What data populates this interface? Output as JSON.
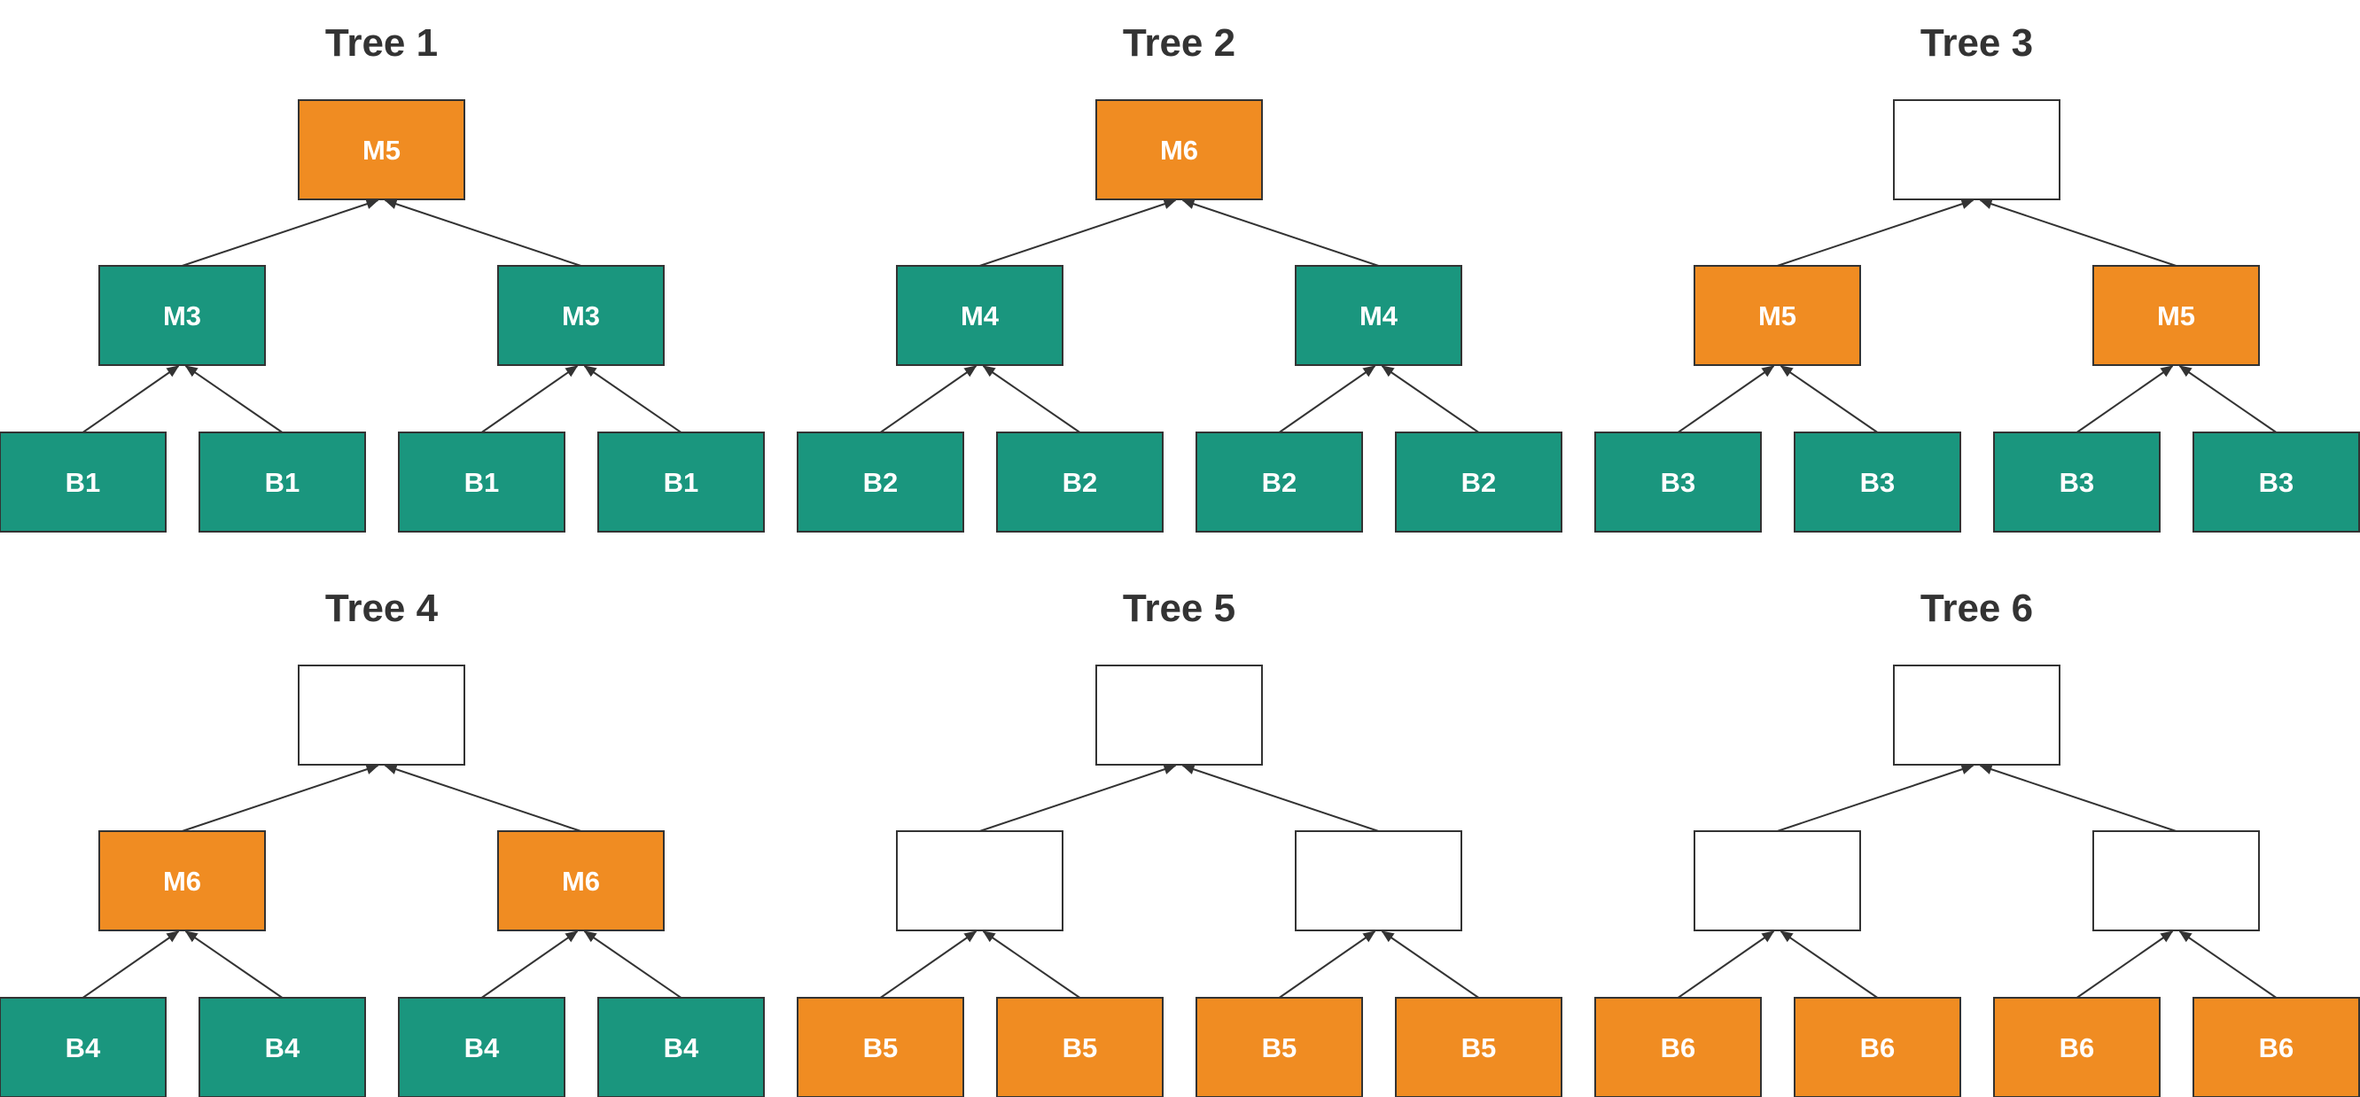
{
  "colors": {
    "orange": "#F08C22",
    "teal": "#1A967E",
    "empty": "#FFFFFF",
    "stroke": "#333333",
    "text": "#FFFFFF"
  },
  "trees": [
    {
      "title": "Tree 1",
      "root": {
        "label": "M5",
        "fill": "orange"
      },
      "middle": [
        {
          "label": "M3",
          "fill": "teal"
        },
        {
          "label": "M3",
          "fill": "teal"
        }
      ],
      "leaves": [
        {
          "label": "B1",
          "fill": "teal"
        },
        {
          "label": "B1",
          "fill": "teal"
        },
        {
          "label": "B1",
          "fill": "teal"
        },
        {
          "label": "B1",
          "fill": "teal"
        }
      ]
    },
    {
      "title": "Tree 2",
      "root": {
        "label": "M6",
        "fill": "orange"
      },
      "middle": [
        {
          "label": "M4",
          "fill": "teal"
        },
        {
          "label": "M4",
          "fill": "teal"
        }
      ],
      "leaves": [
        {
          "label": "B2",
          "fill": "teal"
        },
        {
          "label": "B2",
          "fill": "teal"
        },
        {
          "label": "B2",
          "fill": "teal"
        },
        {
          "label": "B2",
          "fill": "teal"
        }
      ]
    },
    {
      "title": "Tree 3",
      "root": {
        "label": "",
        "fill": "empty"
      },
      "middle": [
        {
          "label": "M5",
          "fill": "orange"
        },
        {
          "label": "M5",
          "fill": "orange"
        }
      ],
      "leaves": [
        {
          "label": "B3",
          "fill": "teal"
        },
        {
          "label": "B3",
          "fill": "teal"
        },
        {
          "label": "B3",
          "fill": "teal"
        },
        {
          "label": "B3",
          "fill": "teal"
        }
      ]
    },
    {
      "title": "Tree 4",
      "root": {
        "label": "",
        "fill": "empty"
      },
      "middle": [
        {
          "label": "M6",
          "fill": "orange"
        },
        {
          "label": "M6",
          "fill": "orange"
        }
      ],
      "leaves": [
        {
          "label": "B4",
          "fill": "teal"
        },
        {
          "label": "B4",
          "fill": "teal"
        },
        {
          "label": "B4",
          "fill": "teal"
        },
        {
          "label": "B4",
          "fill": "teal"
        }
      ]
    },
    {
      "title": "Tree 5",
      "root": {
        "label": "",
        "fill": "empty"
      },
      "middle": [
        {
          "label": "",
          "fill": "empty"
        },
        {
          "label": "",
          "fill": "empty"
        }
      ],
      "leaves": [
        {
          "label": "B5",
          "fill": "orange"
        },
        {
          "label": "B5",
          "fill": "orange"
        },
        {
          "label": "B5",
          "fill": "orange"
        },
        {
          "label": "B5",
          "fill": "orange"
        }
      ]
    },
    {
      "title": "Tree 6",
      "root": {
        "label": "",
        "fill": "empty"
      },
      "middle": [
        {
          "label": "",
          "fill": "empty"
        },
        {
          "label": "",
          "fill": "empty"
        }
      ],
      "leaves": [
        {
          "label": "B6",
          "fill": "orange"
        },
        {
          "label": "B6",
          "fill": "orange"
        },
        {
          "label": "B6",
          "fill": "orange"
        },
        {
          "label": "B6",
          "fill": "orange"
        }
      ]
    }
  ]
}
